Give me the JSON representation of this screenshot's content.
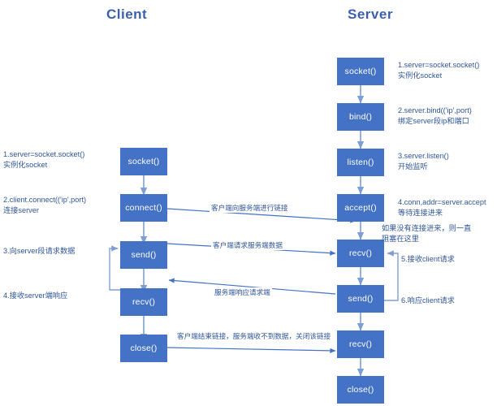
{
  "titles": {
    "client": "Client",
    "server": "Server"
  },
  "colors": {
    "node_fill": "#4472c4",
    "node_text": "#ffffff",
    "title": "#3b5fad",
    "annotation": "#2f5597",
    "arrow": "#4472c4",
    "background": "#ffffff"
  },
  "client": {
    "nodes": [
      {
        "id": "c-socket",
        "label": "socket()"
      },
      {
        "id": "c-connect",
        "label": "connect()"
      },
      {
        "id": "c-send",
        "label": "send()"
      },
      {
        "id": "c-recv",
        "label": "recv()"
      },
      {
        "id": "c-close",
        "label": "close()"
      }
    ],
    "annotations": [
      {
        "id": "c-ann-1",
        "text": "1.server=socket.socket()\n实例化socket"
      },
      {
        "id": "c-ann-2",
        "text": "2.client.connect(('ip',port)\n连接server"
      },
      {
        "id": "c-ann-3",
        "text": "3.向server段请求数据"
      },
      {
        "id": "c-ann-4",
        "text": "4.接收server端响应"
      }
    ]
  },
  "server": {
    "nodes": [
      {
        "id": "s-socket",
        "label": "socket()"
      },
      {
        "id": "s-bind",
        "label": "bind()"
      },
      {
        "id": "s-listen",
        "label": "listen()"
      },
      {
        "id": "s-accept",
        "label": "accept()"
      },
      {
        "id": "s-recv1",
        "label": "recv()"
      },
      {
        "id": "s-send",
        "label": "send()"
      },
      {
        "id": "s-recv2",
        "label": "recv()"
      },
      {
        "id": "s-close",
        "label": "close()"
      }
    ],
    "annotations": [
      {
        "id": "s-ann-1",
        "text": "1.server=socket.socket()\n实例化socket"
      },
      {
        "id": "s-ann-2",
        "text": "2.server.bind(('ip',port)\n绑定server段ip和端口"
      },
      {
        "id": "s-ann-3",
        "text": "3.server.listen()\n开始监听"
      },
      {
        "id": "s-ann-4",
        "text": "4.conn,addr=server.accept\n等待连接进来"
      },
      {
        "id": "s-ann-5",
        "text": "如果没有连接进来，则一直\n阻塞在这里"
      },
      {
        "id": "s-ann-6",
        "text": "5.接收client请求"
      },
      {
        "id": "s-ann-7",
        "text": "6.响应client请求"
      }
    ]
  },
  "cross_edges": [
    {
      "id": "edge-connect-accept",
      "label": "客户端向服务端进行链接"
    },
    {
      "id": "edge-send-recv",
      "label": "客户端请求服务端数据"
    },
    {
      "id": "edge-reply",
      "label": "服务端响应请求端"
    },
    {
      "id": "edge-close",
      "label": "客户端结束链接，服务端收不到数据，关闭该链接"
    }
  ]
}
